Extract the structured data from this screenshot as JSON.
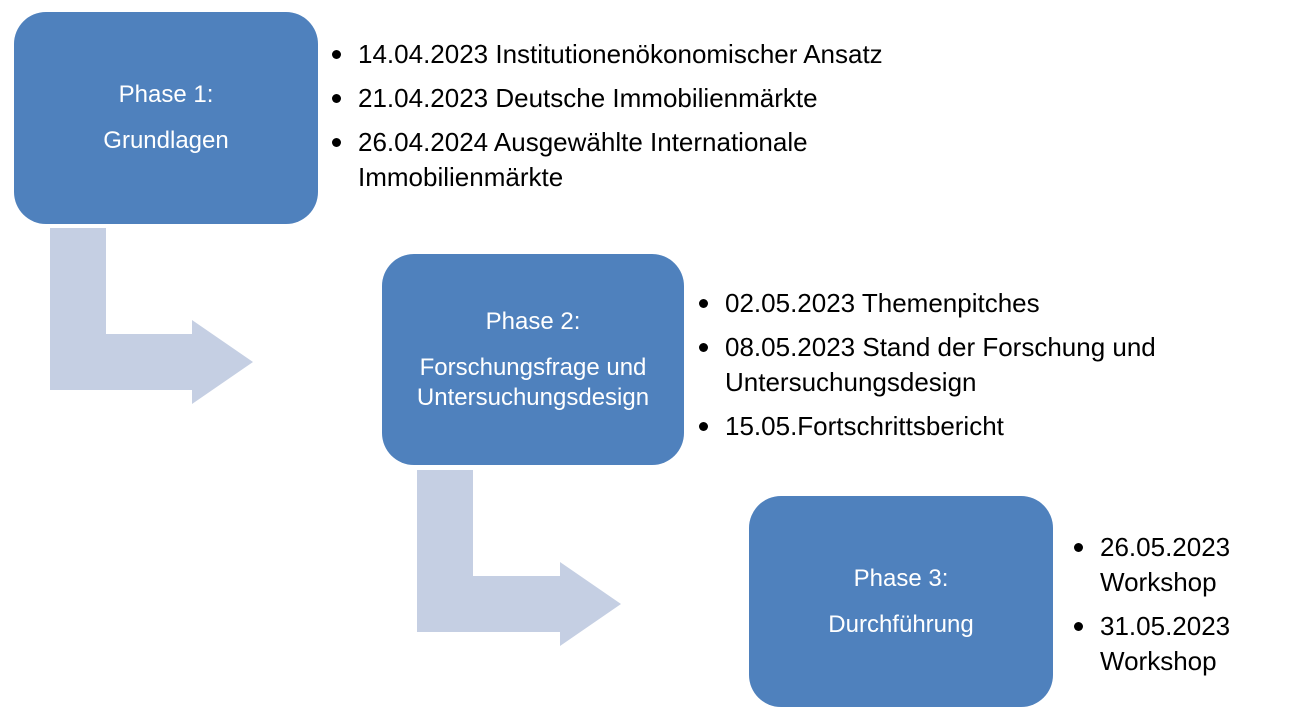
{
  "colors": {
    "box": "#4f81bd",
    "arrow": "#c5cfe3",
    "box_text": "#ffffff",
    "text": "#000000"
  },
  "phases": [
    {
      "title": "Phase 1:",
      "subtitle": "Grundlagen",
      "items": [
        "14.04.2023 Institutionenökonomischer Ansatz",
        "21.04.2023 Deutsche Immobilienmärkte",
        "26.04.2024 Ausgewählte Internationale Immobilienmärkte"
      ]
    },
    {
      "title": "Phase 2:",
      "subtitle": "Forschungsfrage und Untersuchungsdesign",
      "items": [
        "02.05.2023 Themenpitches",
        "08.05.2023 Stand der Forschung und Untersuchungsdesign",
        "15.05.Fortschrittsbericht"
      ]
    },
    {
      "title": "Phase 3:",
      "subtitle": "Durchführung",
      "items": [
        "26.05.2023 Workshop",
        "31.05.2023 Workshop"
      ]
    }
  ]
}
